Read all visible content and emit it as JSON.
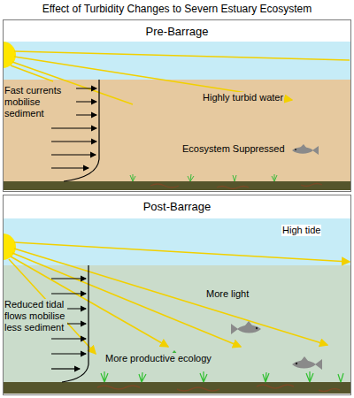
{
  "diagram": {
    "title": "Effect of Turbidity Changes to Severn Estuary Ecosystem",
    "nodes": [
      {
        "text": [
          "Pre-Barrage"
        ]
      },
      {
        "text": [
          "Post-Barrage"
        ]
      }
    ],
    "labels": [
      "Fast currents mobilise sediment",
      "Highly turbid water",
      "Ecosystem Suppressed",
      "High tide",
      "Reduced tidal flows mobilise less sediment",
      "More light",
      "More productive ecology"
    ]
  }
}
